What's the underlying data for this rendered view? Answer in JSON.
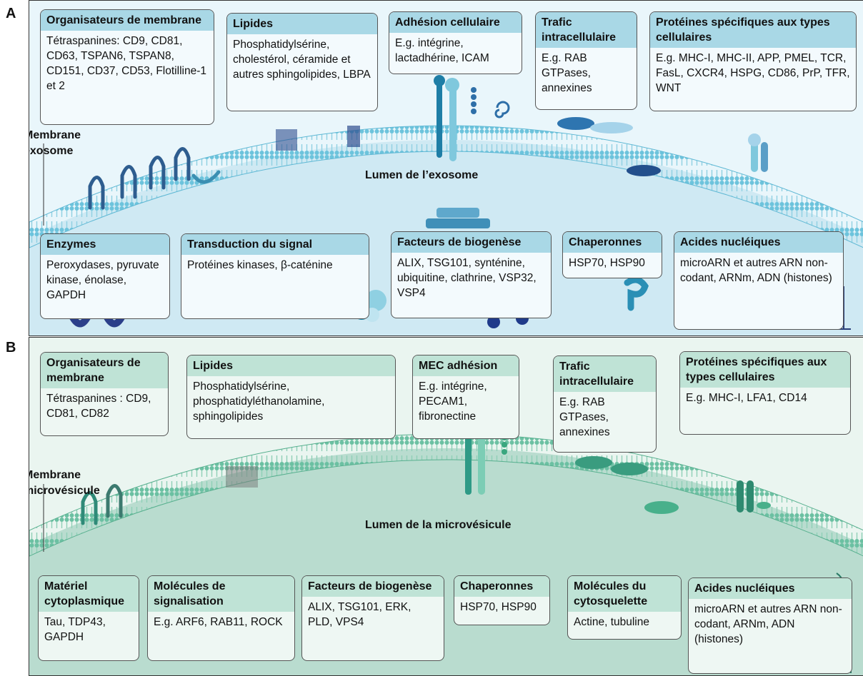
{
  "panel_a": {
    "letter": "A",
    "membrane_label": "Membrane\nexosome",
    "lumen_label": "Lumen de l’exosome",
    "boxes": [
      {
        "title": "Organisateurs de membrane",
        "body": "Tétraspanines: CD9, CD81, CD63, TSPAN6, TSPAN8, CD151, CD37, CD53, Flotilline-1 et 2"
      },
      {
        "title": "Lipides",
        "body": "Phosphatidylsérine, cholestérol, céramide et autres sphingolipides, LBPA"
      },
      {
        "title": "Adhésion cellulaire",
        "body": "E.g. intégrine, lactadhérine, ICAM"
      },
      {
        "title": "Trafic intracellulaire",
        "body": "E.g. RAB GTPases, annexines"
      },
      {
        "title": "Protéines spécifiques aux types cellulaires",
        "body": "E.g. MHC-I, MHC-II, APP, PMEL, TCR, FasL, CXCR4, HSPG, CD86, PrP, TFR, WNT"
      },
      {
        "title": "Enzymes",
        "body": "Peroxydases, pyruvate kinase, énolase, GAPDH"
      },
      {
        "title": "Transduction du signal",
        "body": "Protéines kinases, β-caténine"
      },
      {
        "title": "Facteurs de biogenèse",
        "body": "ALIX, TSG101, synténine, ubiquitine, clathrine, VSP32, VSP4"
      },
      {
        "title": "Chaperonnes",
        "body": "HSP70, HSP90"
      },
      {
        "title": "Acides nucléiques",
        "body": "microARN et autres ARN non-codant, ARNm, ADN (histones)"
      }
    ]
  },
  "panel_b": {
    "letter": "B",
    "membrane_label": "Membrane\nmicrovésicule",
    "lumen_label": "Lumen de la microvésicule",
    "boxes": [
      {
        "title": "Organisateurs de membrane",
        "body": "Tétraspanines : CD9, CD81, CD82"
      },
      {
        "title": "Lipides",
        "body": "Phosphatidylsérine, phosphatidyléthanolamine, sphingolipides"
      },
      {
        "title": "MEC adhésion",
        "body": "E.g. intégrine, PECAM1, fibronectine"
      },
      {
        "title": "Trafic intracellulaire",
        "body": "E.g. RAB GTPases, annexines"
      },
      {
        "title": "Protéines spécifiques aux types cellulaires",
        "body": "E.g. MHC-I, LFA1, CD14"
      },
      {
        "title": "Matériel cytoplasmique",
        "body": "Tau, TDP43, GAPDH"
      },
      {
        "title": "Molécules de signalisation",
        "body": "E.g. ARF6, RAB11, ROCK"
      },
      {
        "title": "Facteurs de biogenèse",
        "body": "ALIX, TSG101, ERK, PLD, VPS4"
      },
      {
        "title": "Chaperonnes",
        "body": "HSP70, HSP90"
      },
      {
        "title": "Molécules du cytosquelette",
        "body": "Actine, tubuline"
      },
      {
        "title": "Acides nucléiques",
        "body": "microARN et autres ARN non-codant, ARNm, ADN (histones)"
      }
    ]
  }
}
